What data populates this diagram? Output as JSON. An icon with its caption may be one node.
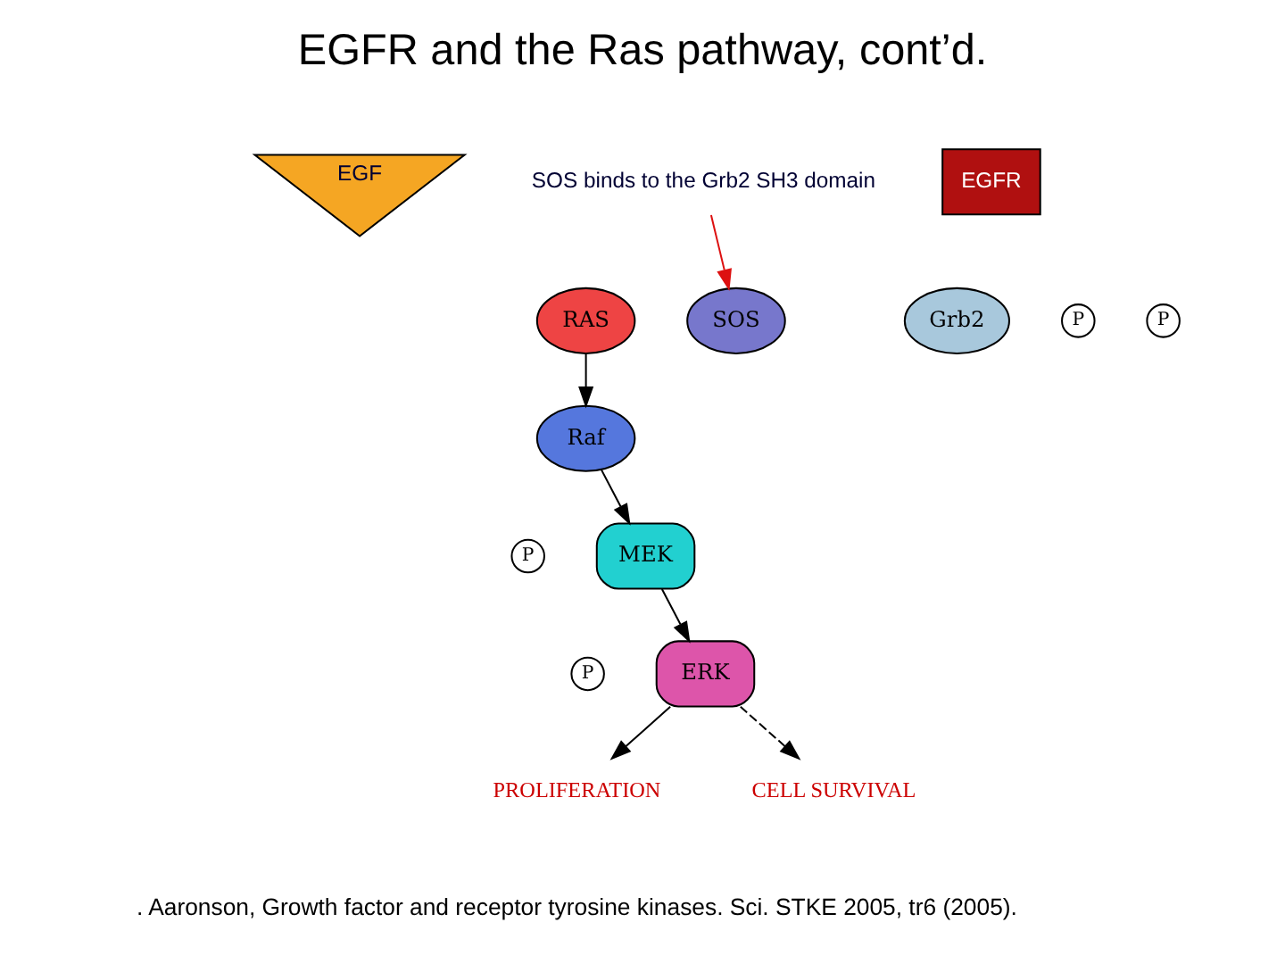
{
  "diagram": {
    "title": "EGFR and the Ras pathway, cont’d.",
    "caption": ". Aaronson, Growth factor and receptor tyrosine kinases. Sci. STKE 2005, tr6 (2005).",
    "nodes": [
      {
        "text": [
          "EGF"
        ]
      },
      {
        "text": [
          "EGFR"
        ]
      },
      {
        "text": [
          "RAS"
        ]
      },
      {
        "text": [
          "SOS"
        ]
      },
      {
        "text": [
          "Grb2"
        ]
      },
      {
        "text": [
          "P"
        ]
      },
      {
        "text": [
          "P"
        ]
      },
      {
        "text": [
          "Raf"
        ]
      },
      {
        "text": [
          "P"
        ]
      },
      {
        "text": [
          "MEK"
        ]
      },
      {
        "text": [
          "P"
        ]
      },
      {
        "text": [
          "ERK"
        ]
      },
      {
        "text": [
          "PROLIFERATION"
        ]
      },
      {
        "text": [
          "CELL SURVIVAL"
        ]
      },
      {
        "text": [
          "SOS binds to the Grb2 SH3 domain"
        ]
      }
    ],
    "edges": [
      {
        "from": 2,
        "to": 7,
        "arrow": "to"
      },
      {
        "from": 7,
        "to": 9,
        "arrow": "to"
      },
      {
        "from": 9,
        "to": 11,
        "arrow": "to"
      },
      {
        "from": 11,
        "to": 12,
        "arrow": "to"
      },
      {
        "from": 11,
        "to": 13,
        "arrow": "to",
        "style": "dashed"
      },
      {
        "from": 14,
        "to": 3,
        "arrow": "to",
        "color": "#dd1111"
      }
    ]
  }
}
